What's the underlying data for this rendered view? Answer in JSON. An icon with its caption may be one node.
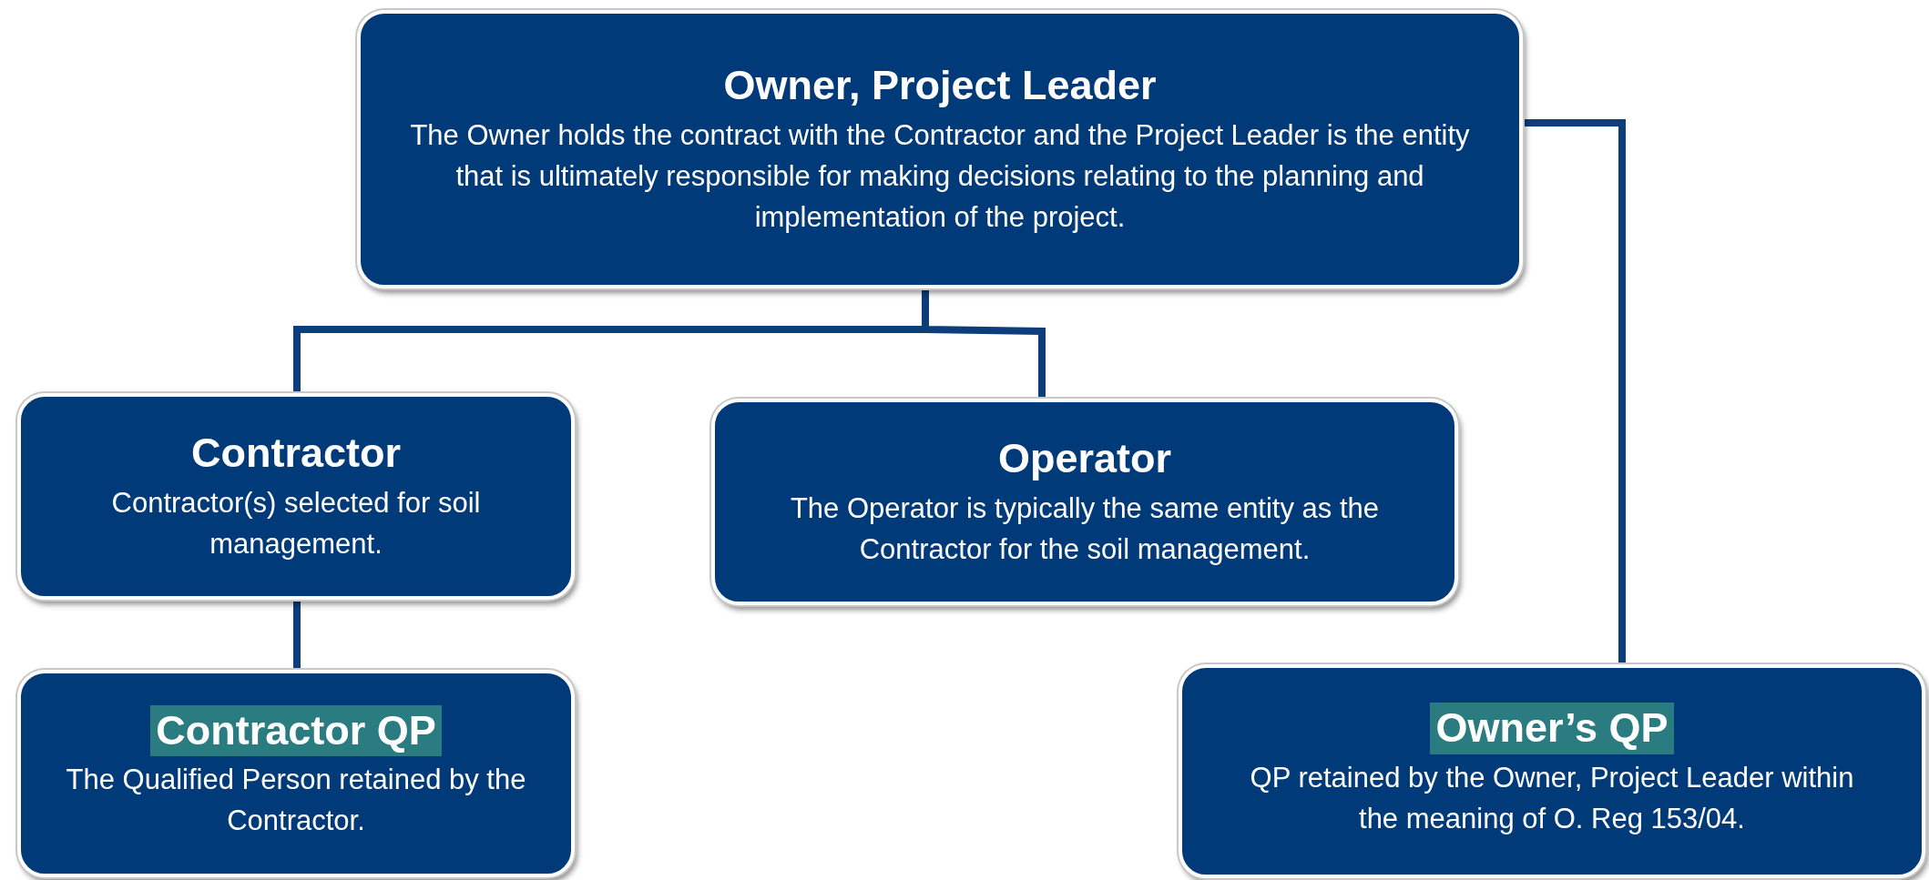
{
  "diagram": {
    "nodes": [
      {
        "text": [
          "Owner, Project Leader",
          "The Owner holds the contract with the Contractor and the Project Leader is the entity that is ultimately responsible for making decisions relating to the planning and implementation of the project."
        ]
      },
      {
        "text": [
          "Contractor",
          "Contractor(s) selected for soil management."
        ]
      },
      {
        "text": [
          "Operator",
          "The Operator is typically the same entity as the Contractor for the soil management."
        ]
      },
      {
        "text": [
          "Contractor QP",
          "The Qualified Person retained by the Contractor."
        ]
      },
      {
        "text": [
          "Owner’s QP",
          "QP retained by the Owner, Project Leader within the meaning of O. Reg 153/04."
        ]
      }
    ],
    "edges": [
      {
        "from": 0,
        "to": 1,
        "arrow": "none"
      },
      {
        "from": 0,
        "to": 2,
        "arrow": "none"
      },
      {
        "from": 1,
        "to": 3,
        "arrow": "none"
      },
      {
        "from": 0,
        "to": 4,
        "arrow": "none"
      }
    ]
  }
}
